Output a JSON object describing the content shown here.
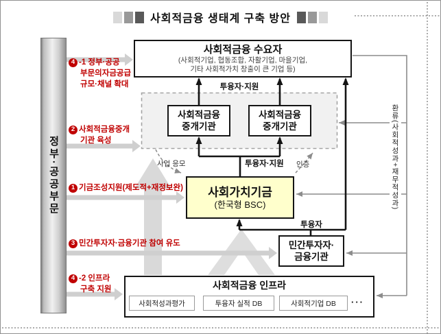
{
  "title": "사회적금융 생태계 구축 방안",
  "left_bar": "정부·공공부문",
  "annotations": {
    "a41": {
      "bullet": "4",
      "line1": "-1 정부·공공",
      "line2": "부문의자금공급",
      "line3": "규모·채널 확대"
    },
    "a2": {
      "bullet": "2",
      "line1": "사회적금융중개",
      "line2": "기관 육성"
    },
    "a1": {
      "bullet": "1",
      "line1": "기금조성지원(제도적+재정보완)"
    },
    "a3": {
      "bullet": "3",
      "line1": "민간투자자·금융기관 참여 유도"
    },
    "a42": {
      "bullet": "4",
      "line1": "-2 인프라",
      "line2": "구축 지원"
    }
  },
  "boxes": {
    "demand": {
      "title": "사회적금융 수요자",
      "sub1": "(사회적기업, 협동조합, 자활기업, 마을기업,",
      "sub2": "기타 사회적가치 창출이 큰 기업 등)"
    },
    "inter1": {
      "line1": "사회적금융",
      "line2": "중개기관"
    },
    "inter2": {
      "line1": "사회적금융",
      "line2": "중개기관"
    },
    "fund": {
      "title": "사회가치기금",
      "sub": "(한국형 BSC)"
    },
    "private": {
      "line1": "민간투자자·",
      "line2": "금융기관"
    },
    "infra": {
      "title": "사회적금융 인프라",
      "item1": "사회적성과평가",
      "item2": "투융자 실적 DB",
      "item3": "사회적기업 DB",
      "more": "···"
    }
  },
  "flow_labels": {
    "invest_support_top": "투융자·지원",
    "invest_support_mid": "투융자·지원",
    "apply": "사업 응모",
    "certify": "인증",
    "invest": "투융자",
    "feedback": "환류(사회적성과+재무적성과)"
  },
  "colors": {
    "annotation_red": "#c00000",
    "fund_yellow": "#ffffcc",
    "big_arrow_gray": "#d9d9d9",
    "feedback_gray": "#8c8c8c"
  }
}
